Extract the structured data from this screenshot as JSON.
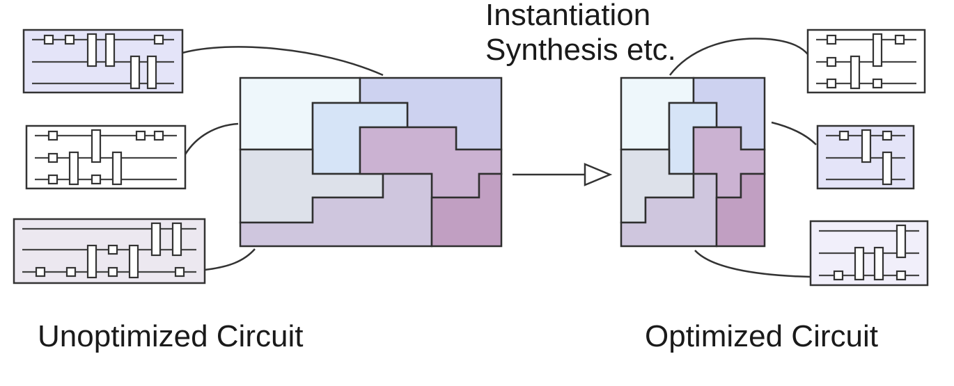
{
  "labels": {
    "process_line1": "Instantiation",
    "process_line2": "Synthesis etc.",
    "left_caption": "Unoptimized Circuit",
    "right_caption": "Optimized Circuit"
  },
  "colors": {
    "white_blue": "#eef7fb",
    "lavender": "#cdd2f0",
    "light_blue": "#d6e4f7",
    "gray_blue": "#dde1ea",
    "mauve": "#cbb2d2",
    "lilac": "#cfc6de",
    "dark_mauve": "#c19fc2",
    "circuit_box_lavender": "#e4e4f8",
    "circuit_box_white": "#ffffff",
    "circuit_box_gray": "#ece8f0",
    "circuit_box_light": "#f1effa"
  },
  "icons": {
    "arrow": "hollow-triangle-arrow",
    "circuit": "quantum-circuit-snippet"
  }
}
